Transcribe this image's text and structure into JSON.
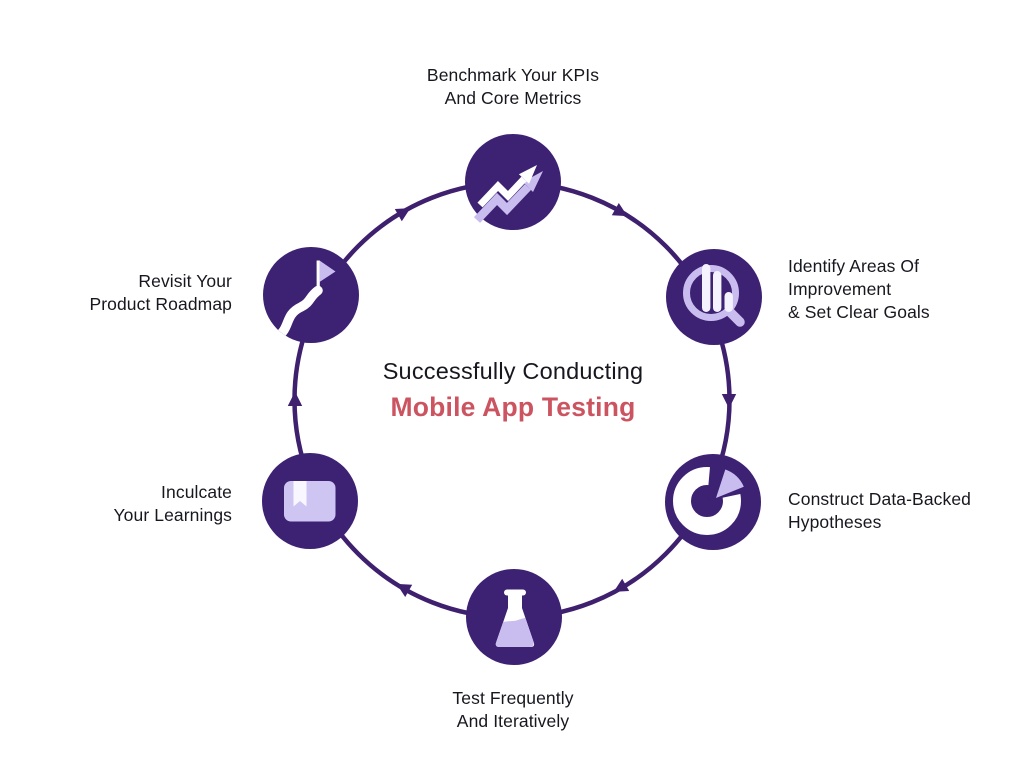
{
  "diagram": {
    "type": "cycle",
    "flow_direction": "clockwise",
    "center_title": {
      "line1": "Successfully Conducting",
      "line2": "Mobile App Testing"
    },
    "steps": [
      {
        "id": "benchmark",
        "label": "Benchmark Your KPIs\nAnd Core Metrics",
        "icon": "trend-arrows-icon",
        "position": "top"
      },
      {
        "id": "identify",
        "label": "Identify Areas Of\nImprovement\n& Set Clear Goals",
        "icon": "magnifier-bar-chart-icon",
        "position": "top-right"
      },
      {
        "id": "construct",
        "label": "Construct Data-Backed\nHypotheses",
        "icon": "pie-chart-icon",
        "position": "bottom-right"
      },
      {
        "id": "test",
        "label": "Test Frequently\nAnd Iteratively",
        "icon": "flask-icon",
        "position": "bottom"
      },
      {
        "id": "inculcate",
        "label": "Inculcate\nYour Learnings",
        "icon": "book-bookmark-icon",
        "position": "bottom-left"
      },
      {
        "id": "revisit",
        "label": "Revisit Your\nProduct Roadmap",
        "icon": "roadmap-flag-icon",
        "position": "top-left"
      }
    ],
    "colors": {
      "node_purple": "#3d2173",
      "ring_purple": "#3e206e",
      "lavender": "#c9bdf0",
      "icon_white": "#ffffff",
      "title_accent_red": "#cb5460",
      "text_dark": "#17171f",
      "background": "#ffffff"
    }
  }
}
